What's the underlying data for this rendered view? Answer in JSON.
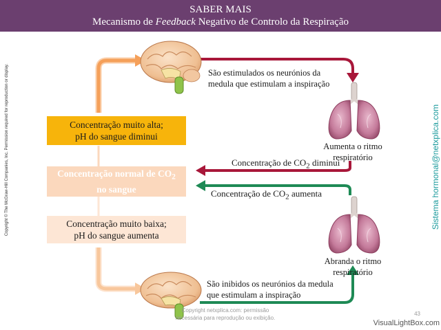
{
  "header": {
    "title": "SABER MAIS",
    "subtitle_prefix": "Mecanismo de ",
    "subtitle_italic": "Feedback",
    "subtitle_suffix": " Negativo de Controlo da Respiração"
  },
  "boxes": {
    "high": {
      "line1": "Concentração muito alta;",
      "line2": "pH do sangue diminui"
    },
    "normal": {
      "line1_pre": "Concentração normal de CO",
      "line1_sub": "2",
      "line2": "no sangue"
    },
    "low": {
      "line1": "Concentração muito baixa;",
      "line2": "pH do sangue aumenta"
    }
  },
  "labels": {
    "stimulated_1": "São estimulados os neurónios da",
    "stimulated_2": "medula que estimulam a inspiração",
    "inhibited_1": "São inibidos os neurónios da medula",
    "inhibited_2": "que estimulam a inspiração",
    "increase_rate_1": "Aumenta o ritmo",
    "increase_rate_2": "respiratório",
    "decrease_rate_1": "Abranda o ritmo",
    "decrease_rate_2": "respiratório",
    "co2_decrease_pre": "Concentração de CO",
    "co2_decrease_sub": "2",
    "co2_decrease_post": " diminui",
    "co2_increase_pre": "Concentração de CO",
    "co2_increase_sub": "2",
    "co2_increase_post": " aumenta"
  },
  "side": {
    "copyright": "Copyright © The McGraw-Hill Companies, Inc. Permission required for reproduction or display.",
    "brand": "Sistema hormonal@netxplica.com"
  },
  "footer": {
    "watermark_1": "Copyright netxplica.com: permissão",
    "watermark_2": "necessária para reprodução ou exibição.",
    "slide_number": "43",
    "site": "VisualLightBox.com"
  },
  "colors": {
    "header_bg": "#6b3f6f",
    "red_arrow": "#a8173a",
    "green_arrow": "#1e8a55",
    "orange_arrow": "#f5a05a",
    "box_high": "#f7b40b",
    "box_normal": "#fbd8bd",
    "box_low": "#fde6d5",
    "brand_text": "#1a9a9c"
  },
  "icons": [
    "brain-illustration",
    "lungs-illustration"
  ]
}
